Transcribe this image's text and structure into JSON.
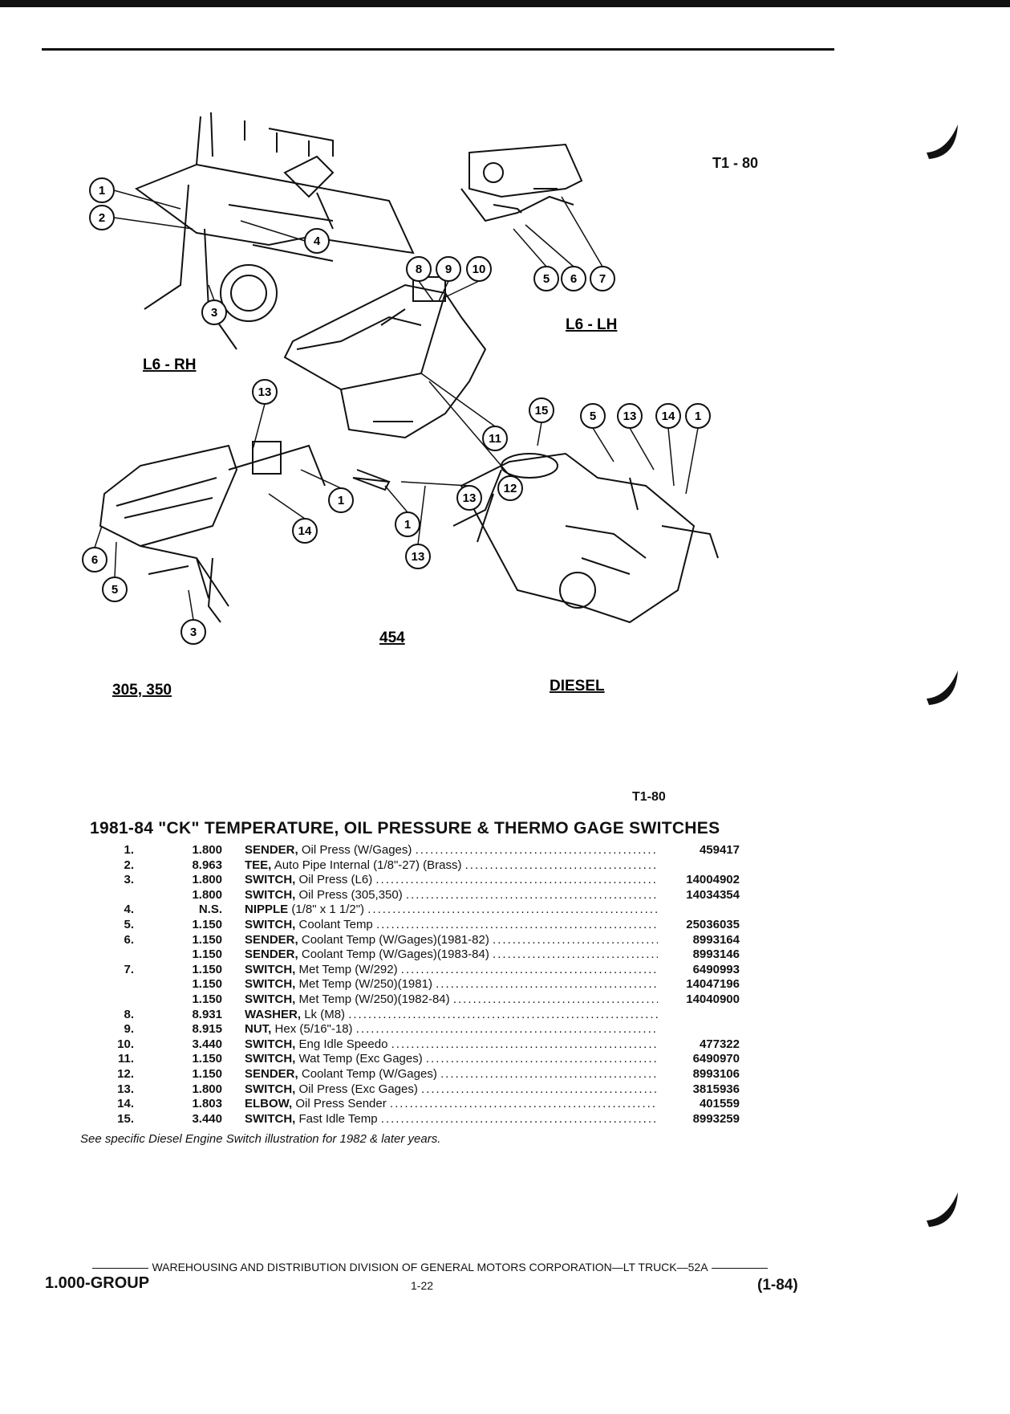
{
  "figure_ref": "T1 - 80",
  "figure_ref_small": "T1-80",
  "diagram": {
    "engine_labels": [
      "L6 - RH",
      "L6 - LH",
      "454",
      "305, 350",
      "DIESEL"
    ]
  },
  "section_title": "1981-84 \"CK\" TEMPERATURE, OIL PRESSURE & THERMO GAGE SWITCHES",
  "parts": [
    {
      "no": "1.",
      "group": "1.800",
      "name": "SENDER,",
      "desc": "Oil Press (W/Gages)",
      "pn": "459417"
    },
    {
      "no": "2.",
      "group": "8.963",
      "name": "TEE,",
      "desc": "Auto Pipe Internal (1/8\"-27) (Brass)",
      "pn": ""
    },
    {
      "no": "3.",
      "group": "1.800",
      "name": "SWITCH,",
      "desc": "Oil Press (L6)",
      "pn": "14004902"
    },
    {
      "no": "",
      "group": "1.800",
      "name": "SWITCH,",
      "desc": "Oil Press (305,350)",
      "pn": "14034354"
    },
    {
      "no": "4.",
      "group": "N.S.",
      "name": "NIPPLE",
      "desc": "(1/8\" x 1 1/2\")",
      "pn": ""
    },
    {
      "no": "5.",
      "group": "1.150",
      "name": "SWITCH,",
      "desc": "Coolant Temp",
      "pn": "25036035"
    },
    {
      "no": "6.",
      "group": "1.150",
      "name": "SENDER,",
      "desc": "Coolant Temp (W/Gages)(1981-82)",
      "pn": "8993164"
    },
    {
      "no": "",
      "group": "1.150",
      "name": "SENDER,",
      "desc": "Coolant Temp (W/Gages)(1983-84)",
      "pn": "8993146"
    },
    {
      "no": "7.",
      "group": "1.150",
      "name": "SWITCH,",
      "desc": "Met Temp (W/292)",
      "pn": "6490993"
    },
    {
      "no": "",
      "group": "1.150",
      "name": "SWITCH,",
      "desc": "Met Temp (W/250)(1981)",
      "pn": "14047196"
    },
    {
      "no": "",
      "group": "1.150",
      "name": "SWITCH,",
      "desc": "Met Temp (W/250)(1982-84)",
      "pn": "14040900"
    },
    {
      "no": "8.",
      "group": "8.931",
      "name": "WASHER,",
      "desc": "Lk (M8)",
      "pn": ""
    },
    {
      "no": "9.",
      "group": "8.915",
      "name": "NUT,",
      "desc": "Hex (5/16\"-18)",
      "pn": ""
    },
    {
      "no": "10.",
      "group": "3.440",
      "name": "SWITCH,",
      "desc": "Eng Idle Speedo",
      "pn": "477322"
    },
    {
      "no": "11.",
      "group": "1.150",
      "name": "SWITCH,",
      "desc": "Wat Temp (Exc Gages)",
      "pn": "6490970"
    },
    {
      "no": "12.",
      "group": "1.150",
      "name": "SENDER,",
      "desc": "Coolant Temp (W/Gages)",
      "pn": "8993106"
    },
    {
      "no": "13.",
      "group": "1.800",
      "name": "SWITCH,",
      "desc": "Oil Press (Exc Gages)",
      "pn": "3815936"
    },
    {
      "no": "14.",
      "group": "1.803",
      "name": "ELBOW,",
      "desc": "Oil Press Sender",
      "pn": "401559"
    },
    {
      "no": "15.",
      "group": "3.440",
      "name": "SWITCH,",
      "desc": "Fast Idle Temp",
      "pn": "8993259"
    }
  ],
  "footnote": "See specific Diesel Engine Switch illustration for 1982 & later years.",
  "footer": {
    "line": "WAREHOUSING AND DISTRIBUTION DIVISION OF GENERAL MOTORS CORPORATION—LT TRUCK—52A",
    "group": "1.000-GROUP",
    "page": "1-22",
    "date": "(1-84)"
  }
}
